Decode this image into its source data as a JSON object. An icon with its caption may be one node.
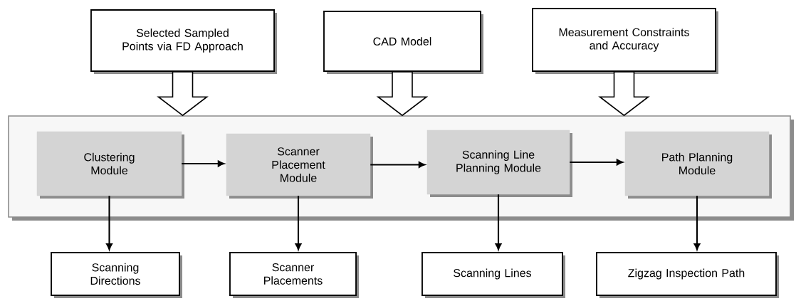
{
  "diagram": {
    "nodes": [
      {
        "text": [
          "Selected Sampled Points via FD Approach"
        ]
      },
      {
        "text": [
          "CAD Model"
        ]
      },
      {
        "text": [
          "Measurement Constraints and Accuracy"
        ]
      },
      {
        "text": [],
        "shape": "box"
      },
      {
        "text": [
          "Clustering Module"
        ],
        "in": 3
      },
      {
        "text": [
          "Scanner Placement Module"
        ],
        "in": 3
      },
      {
        "text": [
          "Scanning Line Planning Module"
        ],
        "in": 3
      },
      {
        "text": [
          "Path Planning Module"
        ],
        "in": 3
      },
      {
        "text": [
          "Scanning Directions"
        ]
      },
      {
        "text": [
          "Scanner Placements"
        ]
      },
      {
        "text": [
          "Scanning Lines"
        ]
      },
      {
        "text": [
          "Zigzag Inspection Path"
        ]
      }
    ],
    "edges": [
      {
        "from": 0,
        "to": 3,
        "arrow": "to",
        "style": "thick"
      },
      {
        "from": 1,
        "to": 3,
        "arrow": "to",
        "style": "thick"
      },
      {
        "from": 2,
        "to": 3,
        "arrow": "to",
        "style": "thick"
      },
      {
        "from": 4,
        "to": 5,
        "arrow": "to"
      },
      {
        "from": 5,
        "to": 6,
        "arrow": "to"
      },
      {
        "from": 6,
        "to": 7,
        "arrow": "to"
      },
      {
        "from": 4,
        "to": 8,
        "arrow": "to"
      },
      {
        "from": 5,
        "to": 9,
        "arrow": "to"
      },
      {
        "from": 6,
        "to": 10,
        "arrow": "to"
      },
      {
        "from": 7,
        "to": 11,
        "arrow": "to"
      }
    ]
  }
}
